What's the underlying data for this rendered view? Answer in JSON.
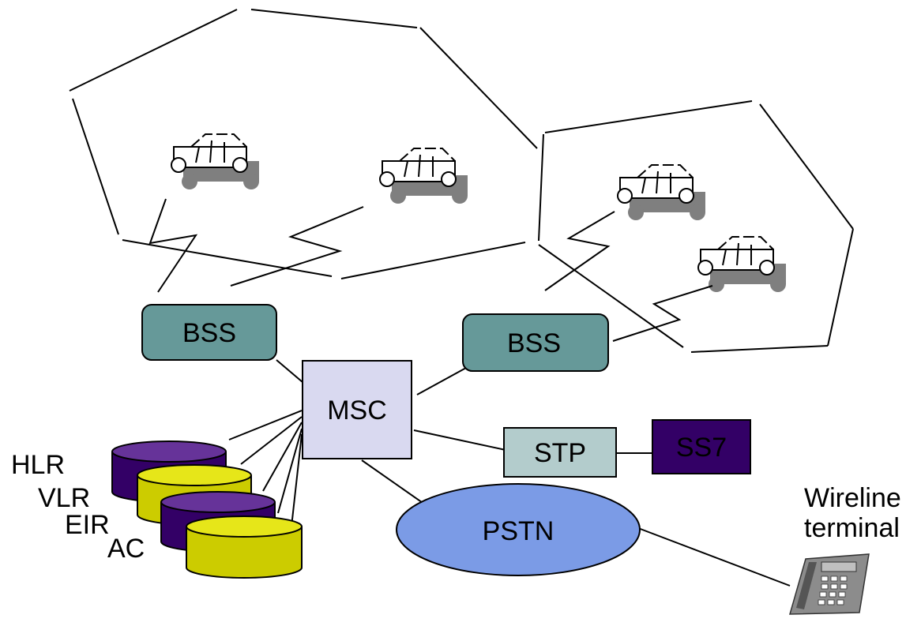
{
  "nodes": {
    "bss_left": "BSS",
    "bss_right": "BSS",
    "msc": "MSC",
    "stp": "STP",
    "ss7": "SS7",
    "pstn": "PSTN"
  },
  "databases": {
    "hlr": "HLR",
    "vlr": "VLR",
    "eir": "EIR",
    "ac": "AC"
  },
  "terminal": {
    "line1": "Wireline",
    "line2": "terminal"
  },
  "icons": [
    "car-icon",
    "telephone-icon",
    "database-cylinder-icon"
  ],
  "colors": {
    "bss": "#669999",
    "msc": "#d9d9f0",
    "stp": "#b3cccc",
    "ss7": "#330066",
    "pstn": "#7b9be6",
    "db_purple": "#330066",
    "db_yellow": "#cccc00"
  }
}
